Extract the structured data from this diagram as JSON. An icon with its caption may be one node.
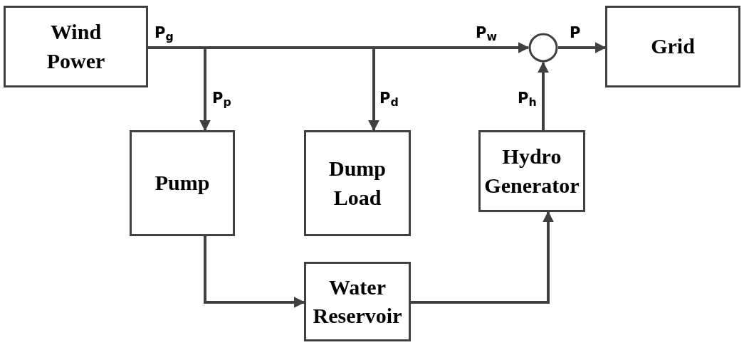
{
  "diagram": {
    "nodes": [
      {
        "text": [
          "Wind Power"
        ]
      },
      {
        "text": [
          "Pump"
        ]
      },
      {
        "text": [
          "Dump Load"
        ]
      },
      {
        "text": [
          "Hydro Generator"
        ]
      },
      {
        "text": [
          "Water Reservoir"
        ]
      },
      {
        "text": [],
        "shape": "circle"
      },
      {
        "text": [
          "Grid"
        ]
      }
    ],
    "edges": [
      {
        "from": 0,
        "to": 5,
        "arrow": "to",
        "label": "P$_{w}$"
      },
      {
        "from": 0,
        "to": 1,
        "arrow": "to",
        "label": "P$_{p}$"
      },
      {
        "from": 0,
        "to": 2,
        "arrow": "to",
        "label": "P$_{d}$"
      },
      {
        "from": 5,
        "to": 6,
        "arrow": "to",
        "label": "P"
      },
      {
        "from": 3,
        "to": 5,
        "arrow": "to",
        "label": "P$_{h}$"
      },
      {
        "from": 1,
        "to": 4,
        "arrow": "to"
      },
      {
        "from": 4,
        "to": 3,
        "arrow": "to"
      }
    ],
    "labels": [
      "P$_{g}$"
    ]
  }
}
